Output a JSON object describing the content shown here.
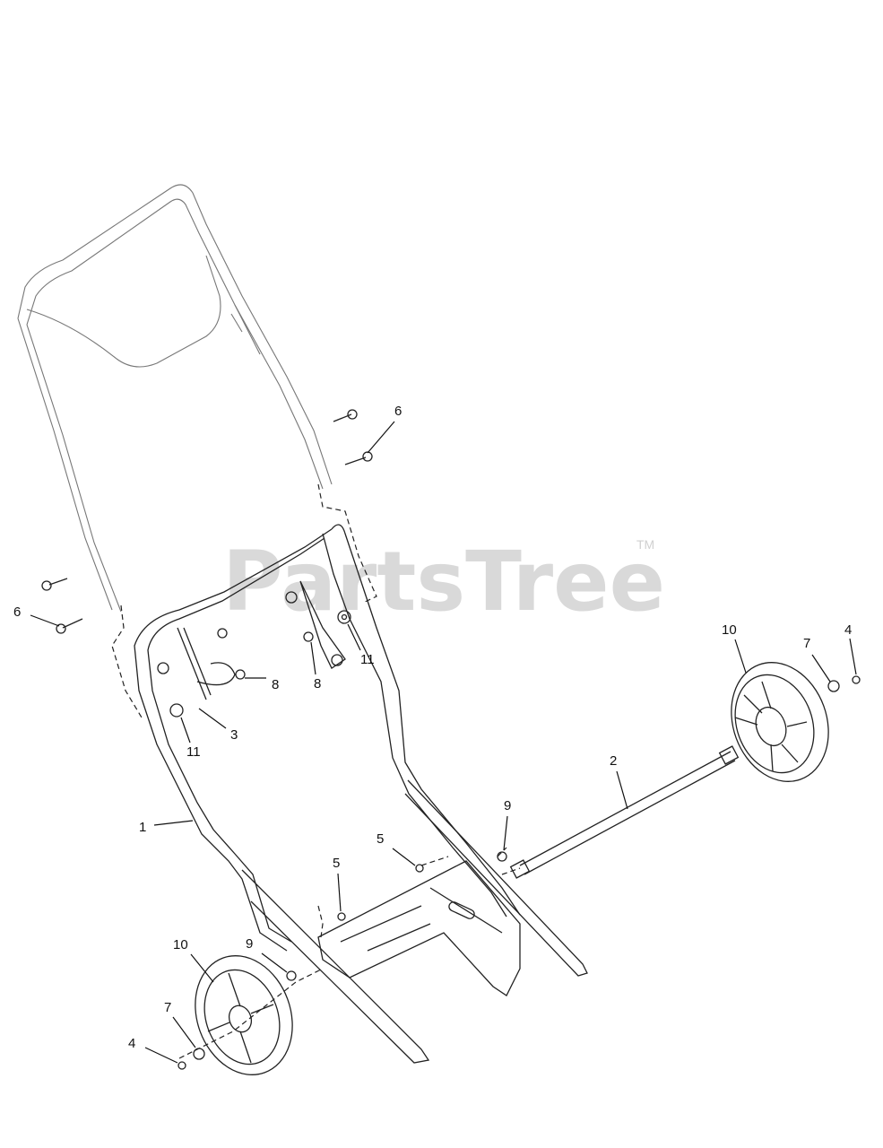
{
  "watermark": {
    "text": "PartsTree",
    "trademark": "TM"
  },
  "callouts": {
    "c1": "1",
    "c2": "2",
    "c3": "3",
    "c4_right": "4",
    "c4_left": "4",
    "c5_upper": "5",
    "c5_lower": "5",
    "c6_upper": "6",
    "c6_left": "6",
    "c7_right": "7",
    "c7_left": "7",
    "c8_left": "8",
    "c8_right": "8",
    "c9_right": "9",
    "c9_left": "9",
    "c10_right": "10",
    "c10_left": "10",
    "c11_left": "11",
    "c11_right": "11"
  }
}
